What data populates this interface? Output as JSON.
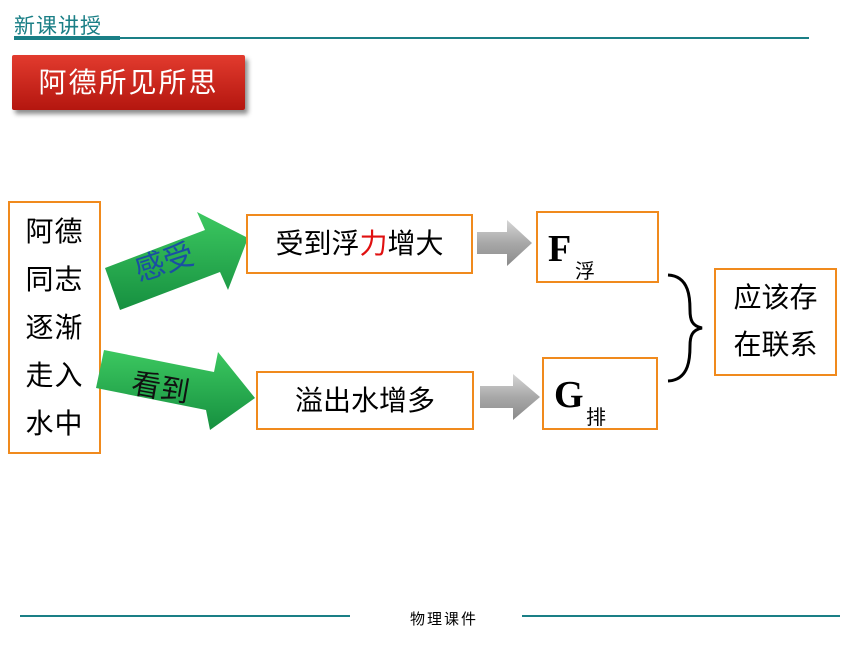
{
  "header": {
    "label": "新课讲授"
  },
  "title": "阿德所见所思",
  "left_box": {
    "lines": [
      "阿德",
      "同志",
      "逐渐",
      "走入",
      "水中"
    ]
  },
  "arrows": {
    "top_label": "感受",
    "bottom_label": "看到"
  },
  "top_box": {
    "text_before": "受到浮",
    "text_highlight": "力",
    "text_after": "增大"
  },
  "bottom_box": {
    "text": "溢出水增多"
  },
  "f_box": {
    "symbol": "F",
    "subscript": "浮"
  },
  "g_box": {
    "symbol": "G",
    "subscript": "排"
  },
  "right_box": {
    "lines": [
      "应该存",
      "在联系"
    ]
  },
  "footer": {
    "text": "物理课件"
  },
  "colors": {
    "teal": "#1a7f86",
    "orange_border": "#f08a1d",
    "green_arrow": "#1ea84a",
    "title_red": "#c8201a",
    "trend_red": "#e01010",
    "grey_arrow": "#9a9a9a",
    "label_blue": "#1a4fa3"
  }
}
